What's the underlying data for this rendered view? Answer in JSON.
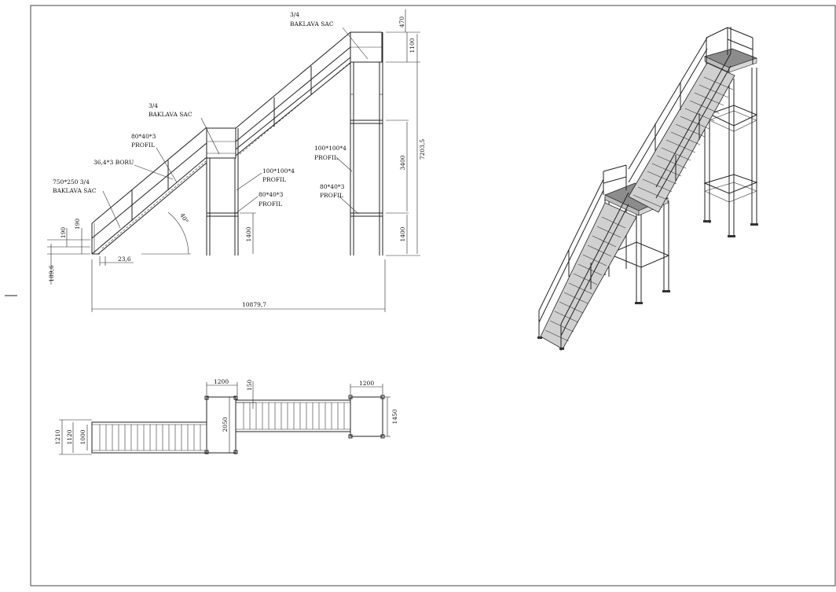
{
  "drawing": {
    "labels": {
      "top_plate_qty": "3/4",
      "top_plate_name": "BAKLAVA SAC",
      "mid_plate_qty": "3/4",
      "mid_plate_name": "BAKLAVA SAC",
      "profile_80_40_a": "80*40*3",
      "profile_80_40_a_name": "PROFIL",
      "pipe": "36,4*3 BORU",
      "step_plate": "750*250 3/4",
      "step_plate_name": "BAKLAVA SAC",
      "profile_100_mid": "100*100*4",
      "profile_100_mid_name": "PROFIL",
      "profile_80_40_mid": "80*40*3",
      "profile_80_40_mid_name": "PROFIL",
      "profile_100_right": "100*100*4",
      "profile_100_right_name": "PROFIL",
      "profile_80_40_right": "80*40*3",
      "profile_80_40_right_name": "PROFIL"
    },
    "dims": {
      "d470": "470",
      "d1100": "1100",
      "d7203": "7203,5",
      "d3400": "3400",
      "d1400_right": "1400",
      "d1400_mid": "1400",
      "d190_a": "190",
      "d190_b": "190",
      "d189": "189,6",
      "d23": "23,6",
      "angle": "40°",
      "total_length": "10879,7"
    },
    "plan": {
      "d1200_mid": "1200",
      "d150": "150",
      "d1200_right": "1200",
      "d1450": "1450",
      "d2050": "2050",
      "d1210": "1210",
      "d1120": "1120",
      "d1000": "1000"
    }
  }
}
